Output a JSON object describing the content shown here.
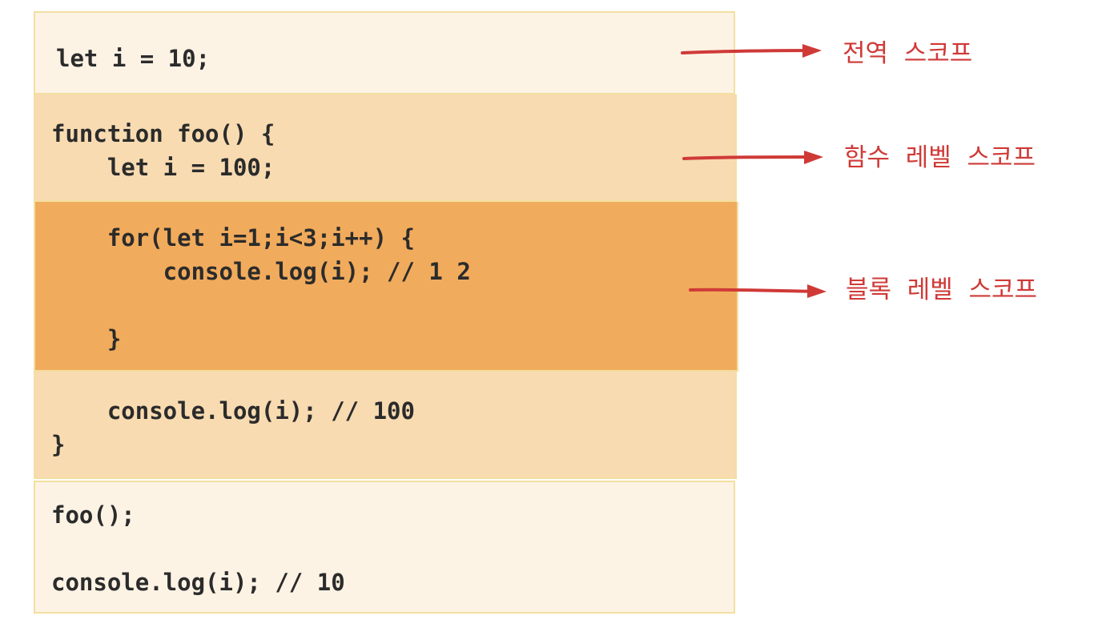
{
  "code": {
    "global_top": [
      "let i = 10;"
    ],
    "function_top": [
      "function foo() {",
      "    let i = 100;"
    ],
    "block": [
      "    for(let i=1;i<3;i++) {",
      "        console.log(i); // 1 2",
      "",
      "    }"
    ],
    "function_bottom": [
      "    console.log(i); // 100",
      "}"
    ],
    "global_bottom": [
      "foo();",
      "",
      "console.log(i); // 10"
    ]
  },
  "labels": {
    "global_scope": "전역  스코프",
    "function_scope": "함수  레벨  스코프",
    "block_scope": "블록  레벨  스코프"
  },
  "colors": {
    "global_band": "#fdf3e5",
    "function_band": "#f8dbb1",
    "block_band": "#f1ab5c",
    "band_border": "#f3dfa0",
    "annotation": "#cf3a37",
    "code_text": "#2b2b2b"
  }
}
